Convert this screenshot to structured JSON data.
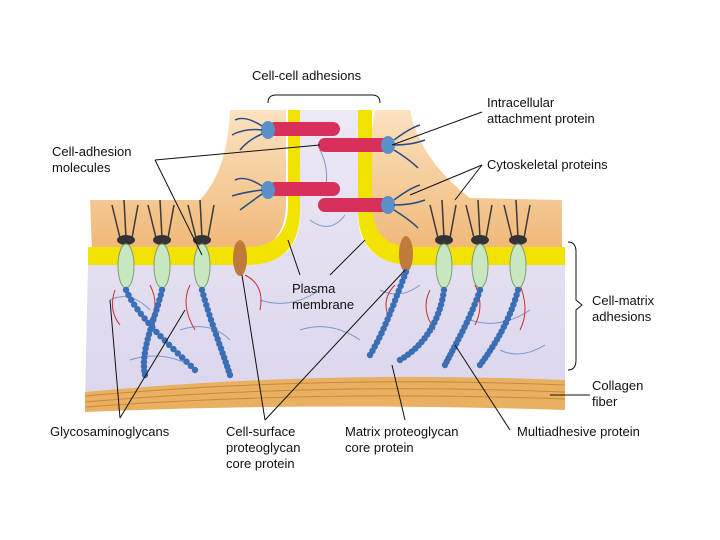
{
  "labels": {
    "cell_cell_adhesions": "Cell-cell adhesions",
    "intracellular_attachment_protein": "Intracellular\nattachment protein",
    "cell_adhesion_molecules": "Cell-adhesion\nmolecules",
    "cytoskeletal_proteins": "Cytoskeletal proteins",
    "plasma_membrane": "Plasma\nmembrane",
    "cell_matrix_adhesions": "Cell-matrix\nadhesions",
    "collagen_fiber": "Collagen\nfiber",
    "glycosaminoglycans": "Glycosaminoglycans",
    "cell_surface_proteoglycan_core_protein": "Cell-surface\nproteoglycan\ncore protein",
    "matrix_proteoglycan_core_protein": "Matrix proteoglycan\ncore protein",
    "multiadhesive_protein": "Multiadhesive protein"
  },
  "colors": {
    "membrane": "#f2e200",
    "cytoplasm": "#f3c48a",
    "matrix": "#e4e0f0",
    "adhesion_molecule": "#c8e6c0",
    "proteoglycan_core": "#c07a3a",
    "cadherin": "#d8305a",
    "gag_bead": "#3a6fb5",
    "collagen": "#e8b060",
    "fiber_line": "#3a5fa0",
    "red_fiber": "#c83030"
  }
}
